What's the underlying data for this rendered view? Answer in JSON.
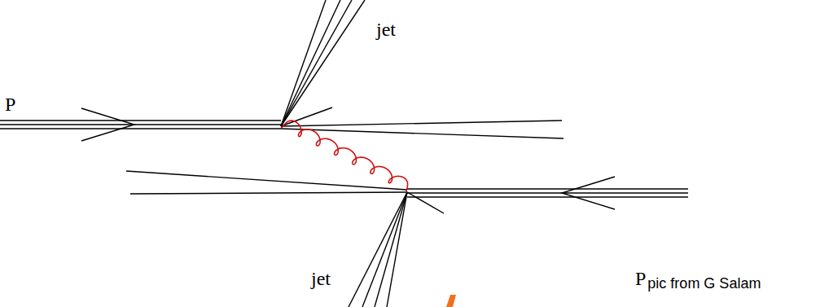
{
  "diagram": {
    "labels": [
      "jet",
      "P",
      "P",
      "pic from G Salam",
      "jet"
    ]
  }
}
